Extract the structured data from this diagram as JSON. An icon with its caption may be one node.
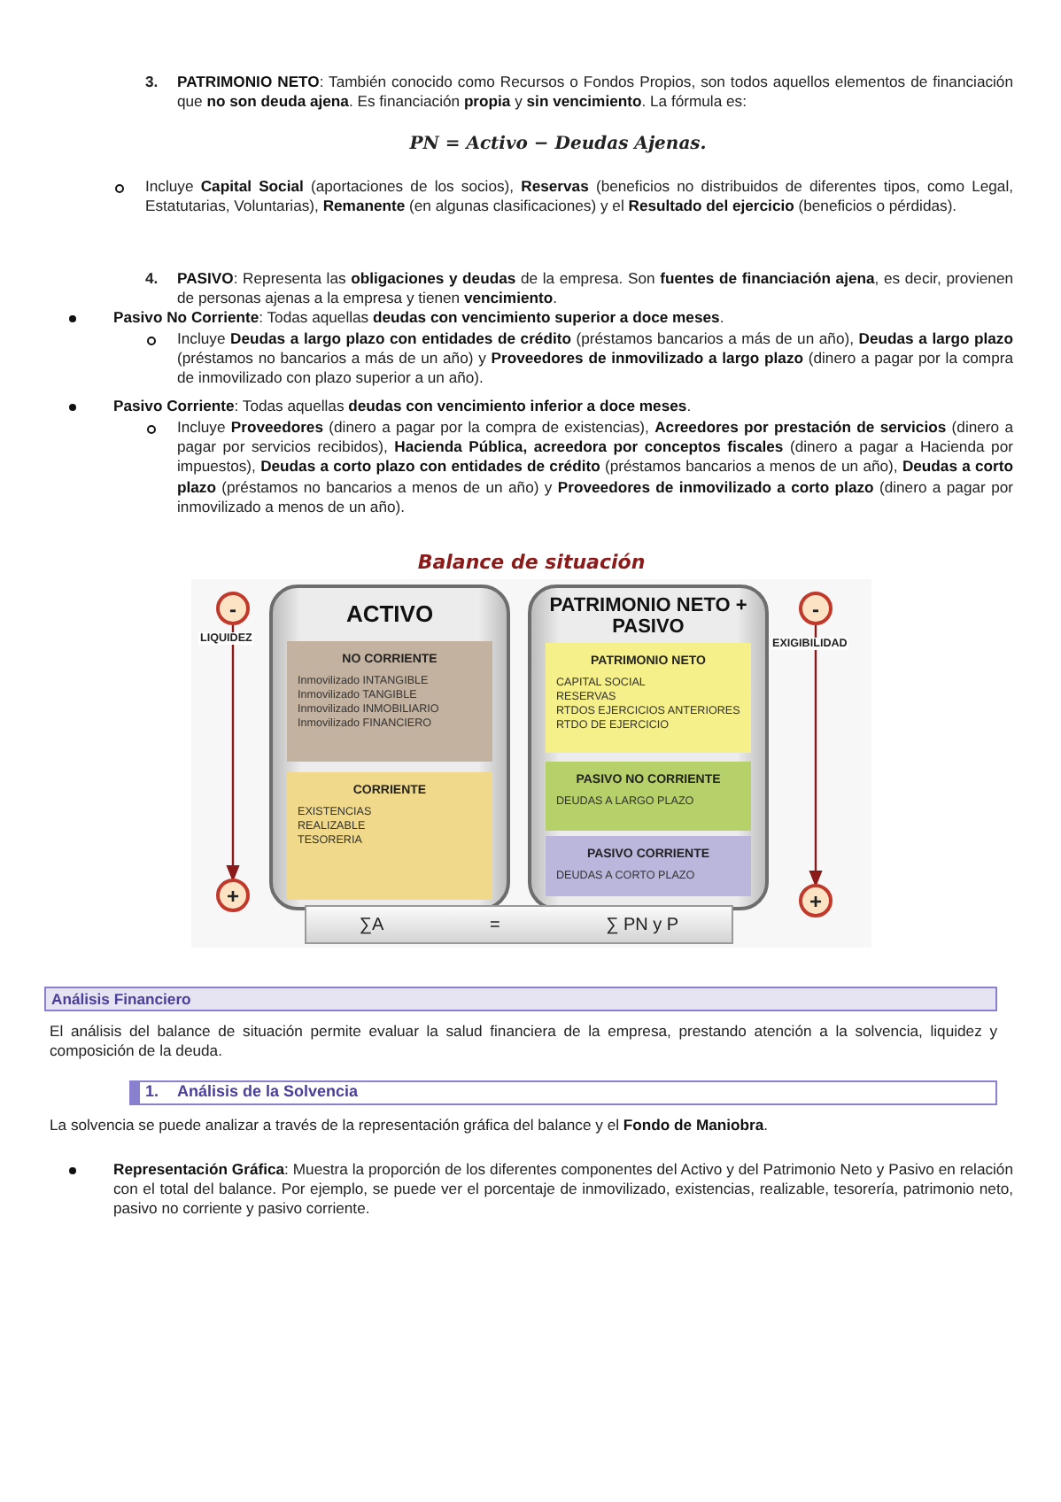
{
  "diagram": {
    "title": "Balance de situación",
    "nodes": [
      {
        "text": [
          "ACTIVO"
        ]
      },
      {
        "text": [
          "NO CORRIENTE",
          "Inmovilizado INTANGIBLE",
          "Inmovilizado TANGIBLE",
          "Inmovilizado INMOBILIARIO",
          "Inmovilizado FINANCIERO"
        ],
        "in": 0
      },
      {
        "text": [
          "CORRIENTE",
          "EXISTENCIAS",
          "REALIZABLE",
          "TESORERIA"
        ],
        "in": 0
      },
      {
        "text": [
          "PATRIMONIO NETO + PASIVO"
        ]
      },
      {
        "text": [
          "PATRIMONIO NETO",
          "CAPITAL SOCIAL",
          "RESERVAS",
          "RTDOS EJERCICIOS ANTERIORES",
          "RTDO DE EJERCICIO"
        ],
        "in": 3
      },
      {
        "text": [
          "PASIVO NO CORRIENTE",
          "DEUDAS A LARGO PLAZO"
        ],
        "in": 3
      },
      {
        "text": [
          "PASIVO CORRIENTE",
          "DEUDAS A CORTO PLAZO"
        ],
        "in": 3
      },
      {
        "text": [
          "∑A",
          "=",
          "∑ PN y P"
        ]
      },
      {
        "text": [
          "-"
        ],
        "beside": [
          "LIQUIDEZ"
        ]
      },
      {
        "text": [
          "+"
        ]
      },
      {
        "text": [
          "-"
        ],
        "beside": [
          "EXIGIBILIDAD"
        ]
      },
      {
        "text": [
          "+"
        ]
      }
    ],
    "edges": [
      {
        "from": 8,
        "to": 9,
        "arrow": "to"
      },
      {
        "from": 10,
        "to": 11,
        "arrow": "to"
      }
    ],
    "labels": [
      "3.",
      "**PATRIMONIO NETO**: También conocido como Recursos o Fondos Propios, son todos aquellos elementos de financiación que **no son deuda ajena**. Es financiación **propia** y **sin vencimiento**. La fórmula es:",
      "PN = Activo − Deudas Ajenas.",
      "Incluye **Capital Social** (aportaciones de los socios), **Reservas** (beneficios no distribuidos de diferentes tipos, como Legal, Estatutarias, Voluntarias), **Remanente** (en algunas clasificaciones) y el **Resultado del ejercicio** (beneficios o pérdidas).",
      "4.",
      "**PASIVO**: Representa las **obligaciones y deudas** de la empresa. Son **fuentes de financiación ajena**, es decir, provienen de personas ajenas a la empresa y tienen **vencimiento**.",
      "**Pasivo No Corriente**: Todas aquellas **deudas con vencimiento superior a doce meses**.",
      "Incluye **Deudas a largo plazo con entidades de crédito** (préstamos bancarios a más de un año), **Deudas a largo plazo** (préstamos no bancarios a más de un año) y **Proveedores de inmovilizado a largo plazo** (dinero a pagar por la compra de inmovilizado con plazo superior a un año).",
      "**Pasivo Corriente**: Todas aquellas **deudas con vencimiento inferior a doce meses**.",
      "Incluye **Proveedores** (dinero a pagar por la compra de existencias), **Acreedores por prestación de servicios** (dinero a pagar por servicios recibidos), **Hacienda Pública, acreedora por conceptos fiscales** (dinero a pagar a Hacienda por impuestos), **Deudas a corto plazo con entidades de crédito** (préstamos bancarios a menos de un año), **Deudas a corto plazo** (préstamos no bancarios a menos de un año) y **Proveedores de inmovilizado a corto plazo** (dinero a pagar por inmovilizado a menos de un año).",
      "Análisis Financiero",
      "El análisis del balance de situación permite evaluar la salud financiera de la empresa, prestando atención a la solvencia, liquidez y composición de la deuda.",
      "1.",
      "Análisis de la Solvencia",
      "La solvencia se puede analizar a través de la representación gráfica del balance y el **Fondo de Maniobra**.",
      "**Representación Gráfica**: Muestra la proporción de los diferentes componentes del Activo y del Patrimonio Neto y Pasivo en relación con el total del balance. Por ejemplo, se puede ver el porcentaje de inmovilizado, existencias, realizable, tesorería, patrimonio neto, pasivo no corriente y pasivo corriente."
    ]
  }
}
